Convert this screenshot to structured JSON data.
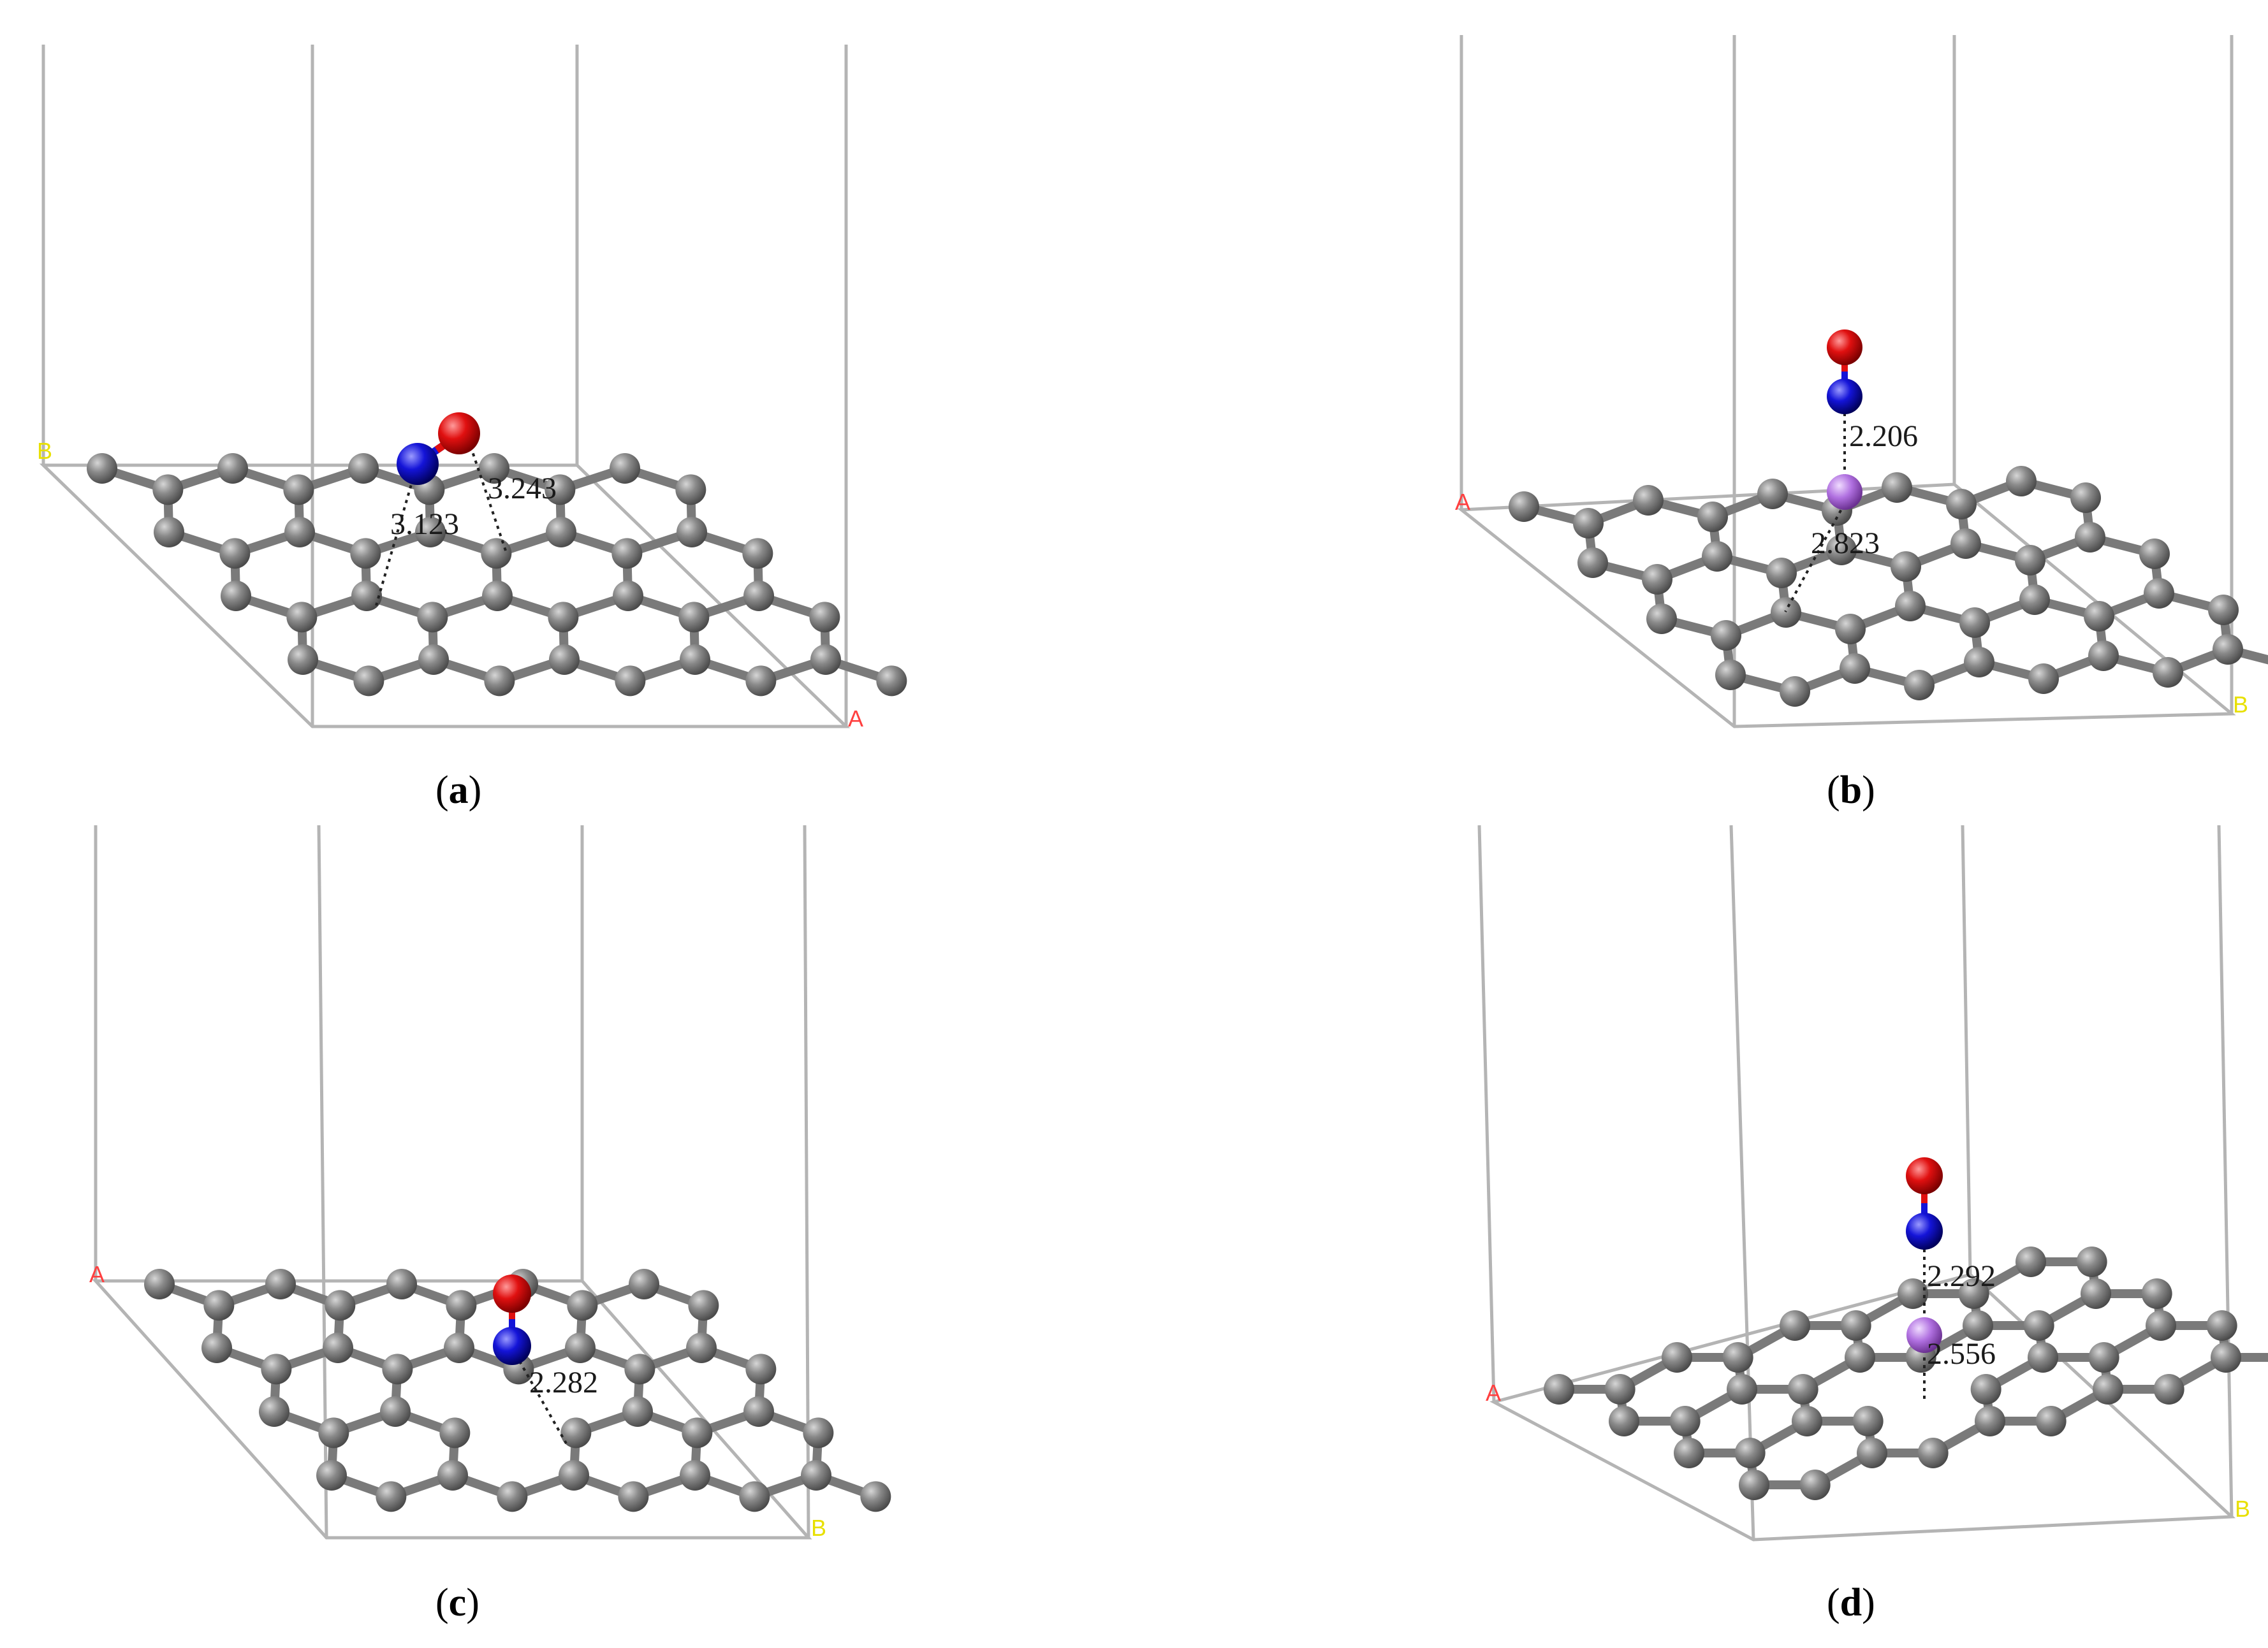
{
  "panels": [
    {
      "id": "a",
      "label": "a",
      "axis_labels": [
        {
          "text": "B",
          "color": "#e8e000"
        },
        {
          "text": "A",
          "color": "#ff4040"
        }
      ],
      "adsorbate": "NO",
      "dopant": false,
      "vacancy": false,
      "distances": [
        "3.123",
        "3.243"
      ]
    },
    {
      "id": "b",
      "label": "b",
      "axis_labels": [
        {
          "text": "A",
          "color": "#ff4040"
        },
        {
          "text": "B",
          "color": "#e8e000"
        }
      ],
      "adsorbate": "NO",
      "dopant": true,
      "vacancy": false,
      "distances": [
        "2.206",
        "2.823"
      ]
    },
    {
      "id": "c",
      "label": "c",
      "axis_labels": [
        {
          "text": "A",
          "color": "#ff4040"
        },
        {
          "text": "B",
          "color": "#e8e000"
        }
      ],
      "adsorbate": "NO",
      "dopant": false,
      "vacancy": true,
      "distances": [
        "2.282"
      ]
    },
    {
      "id": "d",
      "label": "d",
      "axis_labels": [
        {
          "text": "A",
          "color": "#ff4040"
        },
        {
          "text": "B",
          "color": "#e8e000"
        }
      ],
      "adsorbate": "NO",
      "dopant": true,
      "vacancy": true,
      "distances": [
        "2.292",
        "2.556"
      ]
    }
  ],
  "colors": {
    "carbon": "#7a7a7a",
    "oxygen": "#e01010",
    "nitrogen": "#1414d8",
    "dopant": "#b070e0",
    "cell_edge": "#b4b4b4"
  }
}
